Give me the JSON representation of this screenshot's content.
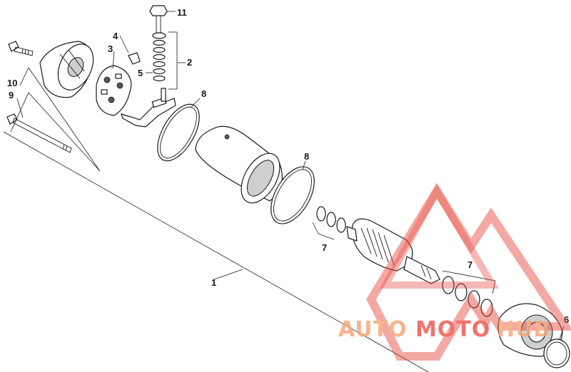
{
  "diagram": {
    "callouts": [
      {
        "id": "c1",
        "label": "1"
      },
      {
        "id": "c2",
        "label": "2"
      },
      {
        "id": "c3",
        "label": "3"
      },
      {
        "id": "c4",
        "label": "4"
      },
      {
        "id": "c5",
        "label": "5"
      },
      {
        "id": "c6",
        "label": "6"
      },
      {
        "id": "c7a",
        "label": "7"
      },
      {
        "id": "c7b",
        "label": "7"
      },
      {
        "id": "c8a",
        "label": "8"
      },
      {
        "id": "c8b",
        "label": "8"
      },
      {
        "id": "c9",
        "label": "9"
      },
      {
        "id": "c10",
        "label": "10"
      },
      {
        "id": "c11",
        "label": "11"
      }
    ]
  },
  "watermark": {
    "text_part1": "AUTO",
    "text_part2": "MOTO",
    "text_part3": "HUB",
    "colors": {
      "primary": "#f4a97c",
      "accent": "#ee5a52",
      "logo_red": "#e8463c"
    }
  }
}
